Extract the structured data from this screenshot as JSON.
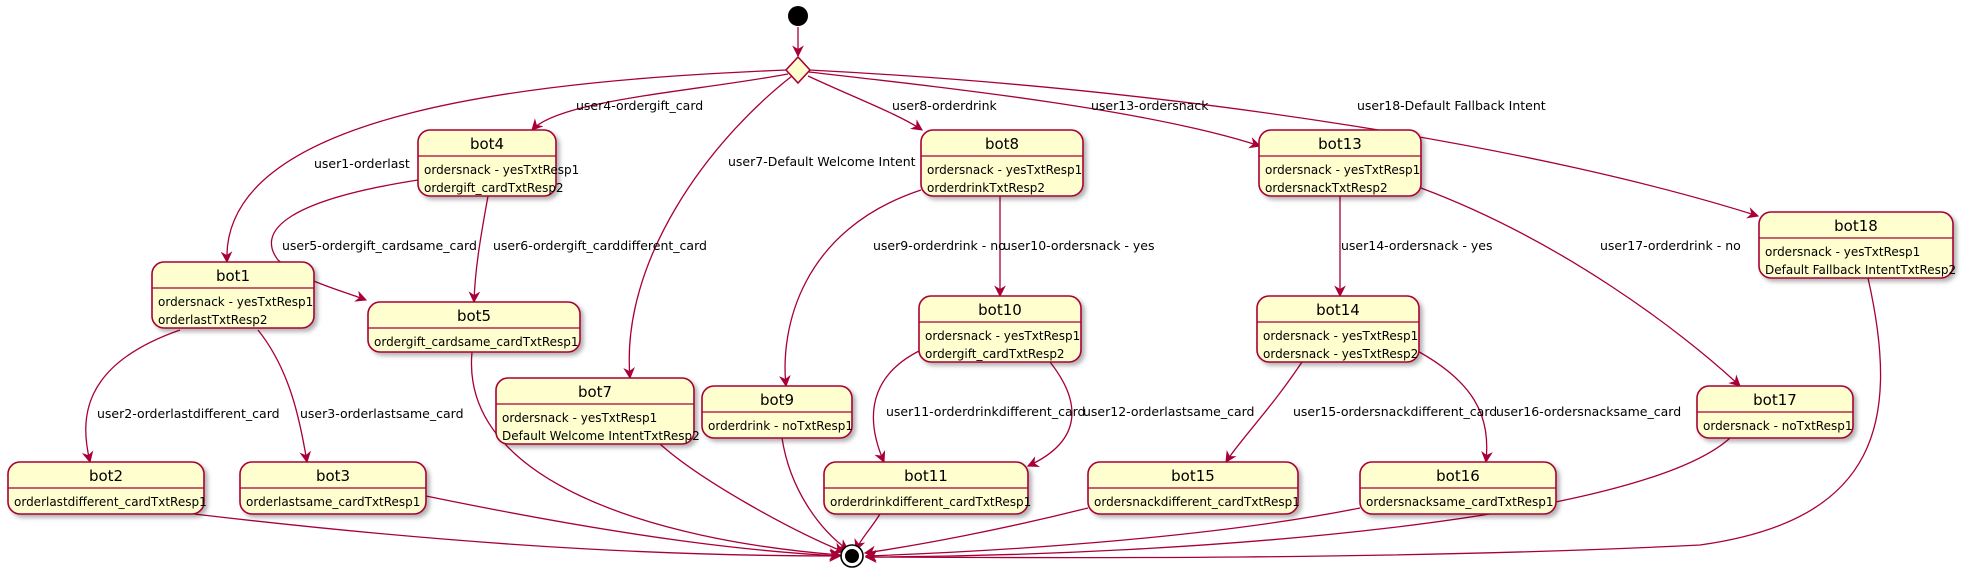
{
  "states": [
    {
      "id": "bot4",
      "title": "bot4",
      "activities": [
        "ordersnack - yesTxtResp1",
        "ordergift_cardTxtResp2"
      ]
    },
    {
      "id": "bot8",
      "title": "bot8",
      "activities": [
        "ordersnack - yesTxtResp1",
        "orderdrinkTxtResp2"
      ]
    },
    {
      "id": "bot13",
      "title": "bot13",
      "activities": [
        "ordersnack - yesTxtResp1",
        "ordersnackTxtResp2"
      ]
    },
    {
      "id": "bot18",
      "title": "bot18",
      "activities": [
        "ordersnack - yesTxtResp1",
        "Default Fallback IntentTxtResp2"
      ]
    },
    {
      "id": "bot1",
      "title": "bot1",
      "activities": [
        "ordersnack - yesTxtResp1",
        "orderlastTxtResp2"
      ]
    },
    {
      "id": "bot5",
      "title": "bot5",
      "activities": [
        "ordergift_cardsame_cardTxtResp1"
      ]
    },
    {
      "id": "bot10",
      "title": "bot10",
      "activities": [
        "ordersnack - yesTxtResp1",
        "ordergift_cardTxtResp2"
      ]
    },
    {
      "id": "bot14",
      "title": "bot14",
      "activities": [
        "ordersnack - yesTxtResp1",
        "ordersnack - yesTxtResp2"
      ]
    },
    {
      "id": "bot7",
      "title": "bot7",
      "activities": [
        "ordersnack - yesTxtResp1",
        "Default Welcome IntentTxtResp2"
      ]
    },
    {
      "id": "bot9",
      "title": "bot9",
      "activities": [
        "orderdrink - noTxtResp1"
      ]
    },
    {
      "id": "bot17",
      "title": "bot17",
      "activities": [
        "ordersnack - noTxtResp1"
      ]
    },
    {
      "id": "bot2",
      "title": "bot2",
      "activities": [
        "orderlastdifferent_cardTxtResp1"
      ]
    },
    {
      "id": "bot3",
      "title": "bot3",
      "activities": [
        "orderlastsame_cardTxtResp1"
      ]
    },
    {
      "id": "bot11",
      "title": "bot11",
      "activities": [
        "orderdrinkdifferent_cardTxtResp1"
      ]
    },
    {
      "id": "bot15",
      "title": "bot15",
      "activities": [
        "ordersnackdifferent_cardTxtResp1"
      ]
    },
    {
      "id": "bot16",
      "title": "bot16",
      "activities": [
        "ordersnacksame_cardTxtResp1"
      ]
    }
  ],
  "transitions": [
    {
      "from": "choice",
      "to": "bot1",
      "label": "user1-orderlast"
    },
    {
      "from": "bot1",
      "to": "bot2",
      "label": "user2-orderlastdifferent_card"
    },
    {
      "from": "bot1",
      "to": "bot3",
      "label": "user3-orderlastsame_card"
    },
    {
      "from": "choice",
      "to": "bot4",
      "label": "user4-ordergift_card"
    },
    {
      "from": "bot4",
      "to": "bot5",
      "label": "user5-ordergift_cardsame_card"
    },
    {
      "from": "bot4",
      "to": "bot5",
      "label": "user6-ordergift_carddifferent_card"
    },
    {
      "from": "choice",
      "to": "bot7",
      "label": "user7-Default Welcome Intent"
    },
    {
      "from": "choice",
      "to": "bot8",
      "label": "user8-orderdrink"
    },
    {
      "from": "bot8",
      "to": "bot9",
      "label": "user9-orderdrink - no"
    },
    {
      "from": "bot8",
      "to": "bot10",
      "label": "user10-ordersnack - yes"
    },
    {
      "from": "bot10",
      "to": "bot11",
      "label": "user11-orderdrinkdifferent_card"
    },
    {
      "from": "bot10",
      "to": "bot11",
      "label": "user12-orderlastsame_card"
    },
    {
      "from": "choice",
      "to": "bot13",
      "label": "user13-ordersnack"
    },
    {
      "from": "bot13",
      "to": "bot14",
      "label": "user14-ordersnack - yes"
    },
    {
      "from": "bot14",
      "to": "bot15",
      "label": "user15-ordersnackdifferent_card"
    },
    {
      "from": "bot14",
      "to": "bot16",
      "label": "user16-ordersnacksame_card"
    },
    {
      "from": "bot13",
      "to": "bot17",
      "label": "user17-orderdrink - no"
    },
    {
      "from": "choice",
      "to": "bot18",
      "label": "user18-Default Fallback Intent"
    }
  ],
  "colors": {
    "fill": "#FEFECE",
    "stroke": "#A80036",
    "edge": "#A80036",
    "choice": "#FEFECE",
    "node": "#000000"
  }
}
